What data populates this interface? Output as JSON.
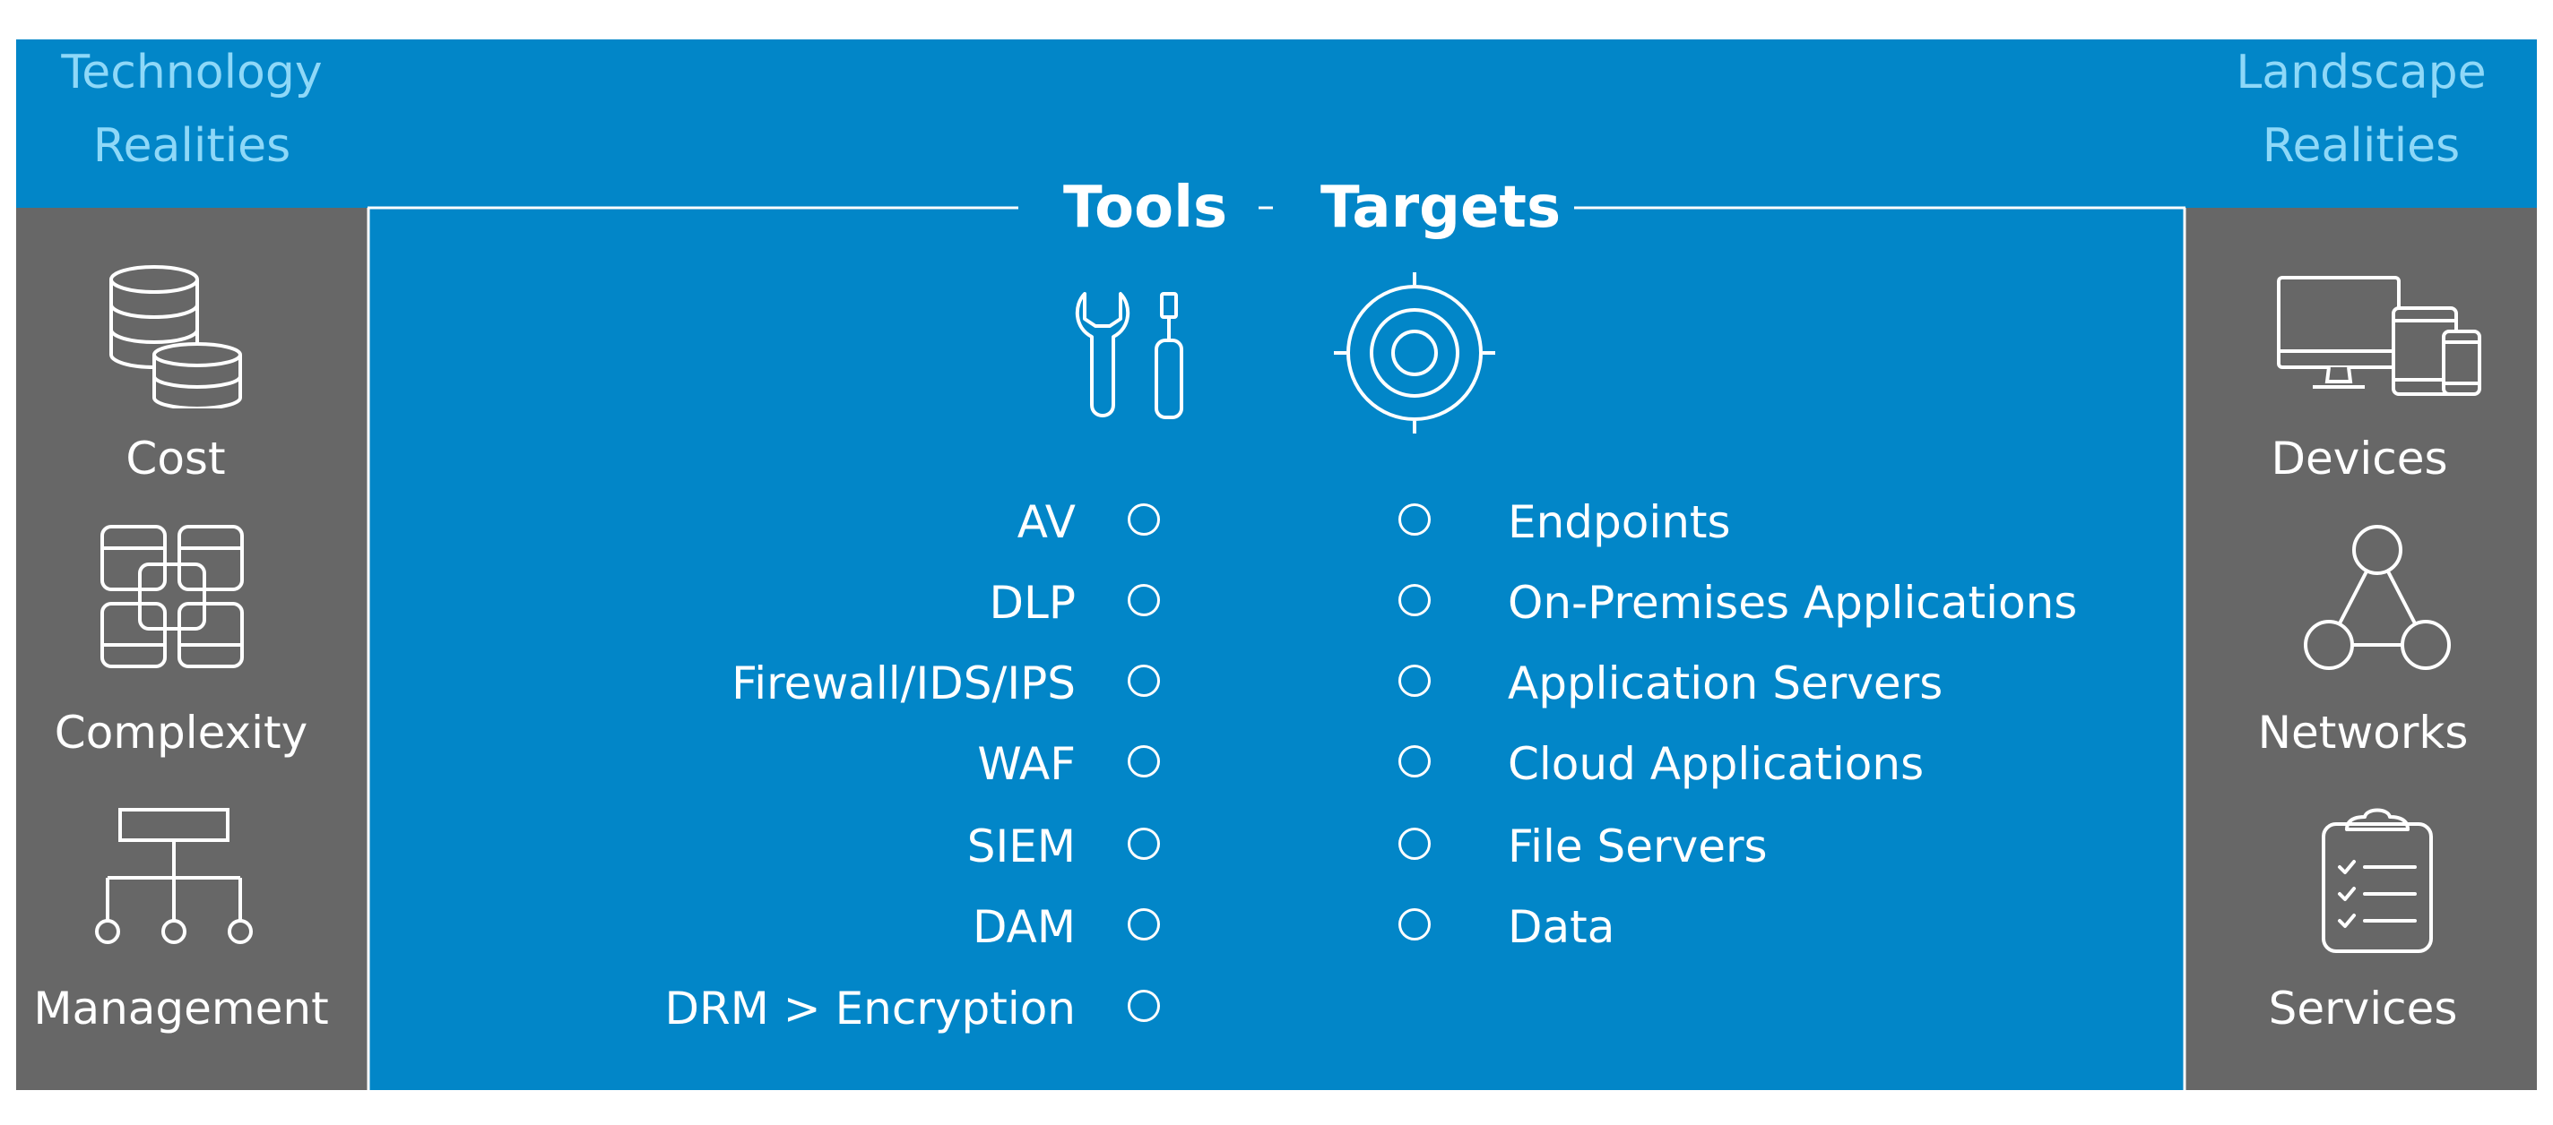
{
  "header": {
    "left_title_line1": "Technology",
    "left_title_line2": "Realities",
    "right_title_line1": "Landscape",
    "right_title_line2": "Realities"
  },
  "center": {
    "tools_title": "Tools",
    "separator": "-",
    "targets_title": "Targets",
    "tools": [
      "AV",
      "DLP",
      "Firewall/IDS/IPS",
      "WAF",
      "SIEM",
      "DAM",
      "DRM > Encryption"
    ],
    "targets": [
      "Endpoints",
      "On-Premises Applications",
      "Application Servers",
      "Cloud Applications",
      "File Servers",
      "Data"
    ]
  },
  "left_items": [
    {
      "label": "Cost",
      "icon": "database-stack-icon"
    },
    {
      "label": "Complexity",
      "icon": "interlocking-squares-icon"
    },
    {
      "label": "Management",
      "icon": "org-chart-icon"
    }
  ],
  "right_items": [
    {
      "label": "Devices",
      "icon": "devices-icon"
    },
    {
      "label": "Networks",
      "icon": "network-triangle-icon"
    },
    {
      "label": "Services",
      "icon": "clipboard-checklist-icon"
    }
  ],
  "colors": {
    "blue": "#0286c8",
    "gray": "#676767",
    "header_text": "#8ed8f8",
    "white": "#ffffff"
  }
}
